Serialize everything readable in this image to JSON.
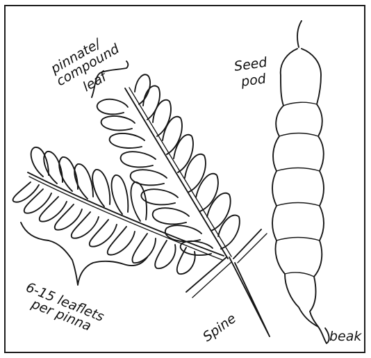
{
  "labels": {
    "compound_leaf_line1": "pinnate/",
    "compound_leaf_line2": "compound",
    "compound_leaf_line3": "leaf",
    "seed_pod_line1": "Seed",
    "seed_pod_line2": "pod",
    "leaflets_line1": "6-15 leaflets",
    "leaflets_line2": "per pinna",
    "spine": "Spine",
    "beak": "beak"
  },
  "colors": {
    "ink": "#161616",
    "paper": "#ffffff"
  }
}
